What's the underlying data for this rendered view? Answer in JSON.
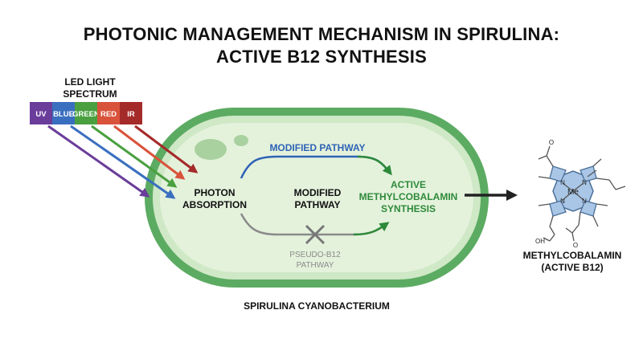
{
  "title": {
    "line1": "PHOTONIC MANAGEMENT MECHANISM IN SPIRULINA:",
    "line2": "ACTIVE B12 SYNTHESIS"
  },
  "spectrum": {
    "heading_line1": "LED LIGHT",
    "heading_line2": "SPECTRUM",
    "bands": [
      {
        "label": "UV",
        "color": "#6a3d9a"
      },
      {
        "label": "BLUE",
        "color": "#3a6fbf"
      },
      {
        "label": "GREEN",
        "color": "#4aa03f"
      },
      {
        "label": "RED",
        "color": "#d9533b"
      },
      {
        "label": "IR",
        "color": "#a52a2a"
      }
    ]
  },
  "cell": {
    "photon_line1": "PHOTON",
    "photon_line2": "ABSORPTION",
    "modified_top": "MODIFIED PATHWAY",
    "modified_mid_line1": "MODIFIED",
    "modified_mid_line2": "PATHWAY",
    "active_line1": "ACTIVE",
    "active_line2": "METHYLCOBALAMIN",
    "active_line3": "SYNTHESIS",
    "pseudo_line1": "PSEUDO-B12",
    "pseudo_line2": "PATHWAY",
    "caption": "SPIRULINA CYANOBACTERIUM"
  },
  "molecule": {
    "metal": "Me",
    "n_label": "N",
    "oh_label": "OH",
    "o_label": "O",
    "name_line1": "METHYLCOBALAMIN",
    "name_line2": "(ACTIVE B12)"
  },
  "colors": {
    "membrane": "#5cab62",
    "cytoplasm": "#e4f2dc",
    "pathway_blue": "#2f63b5",
    "pathway_green": "#2e8a3a",
    "pseudo_grey": "#8a8a8a",
    "molecule_ring": "#a9c6e6"
  }
}
